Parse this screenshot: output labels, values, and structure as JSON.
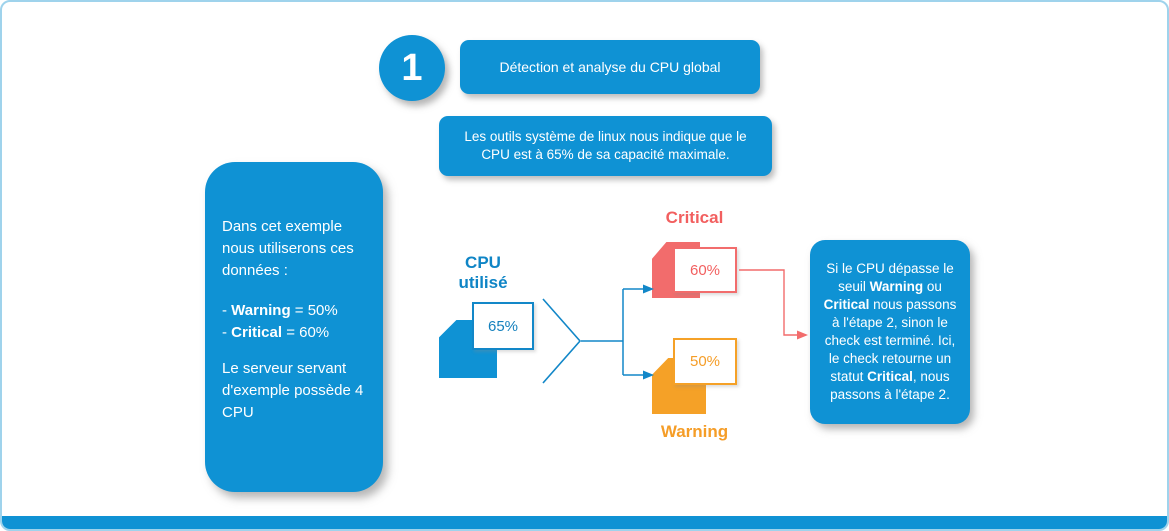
{
  "colors": {
    "blue": "#0f92d4",
    "blue_text": "#0f85c6",
    "red": "#f26c6c",
    "orange": "#f5a127",
    "border": "#9fd3ec"
  },
  "step": {
    "number": "1",
    "title": "Détection et analyse du CPU global",
    "description": "Les outils système de linux nous indique que le CPU est à 65% de sa capacité maximale."
  },
  "left_note": {
    "intro": "Dans cet exemple nous utiliserons ces données :",
    "items": [
      {
        "prefix": "- ",
        "term": "Warning",
        "rest": " = 50%"
      },
      {
        "prefix": "- ",
        "term": "Critical",
        "rest": " = 60%"
      }
    ],
    "outro": "Le serveur servant d'exemple possède 4 CPU"
  },
  "cpu": {
    "label": "CPU utilisé",
    "value": "65%"
  },
  "critical": {
    "label": "Critical",
    "value": "60%"
  },
  "warning": {
    "label": "Warning",
    "value": "50%"
  },
  "right_note": {
    "segments": [
      {
        "text": "Si le CPU dépasse le seuil "
      },
      {
        "text": "Warning"
      },
      {
        "text": " ou "
      },
      {
        "text": "Critical"
      },
      {
        "text": " nous passons à l'étape 2, sinon le check est terminé. Ici, le check retourne un statut "
      },
      {
        "text": "Critical"
      },
      {
        "text": ", nous passons à l'étape 2."
      }
    ]
  }
}
